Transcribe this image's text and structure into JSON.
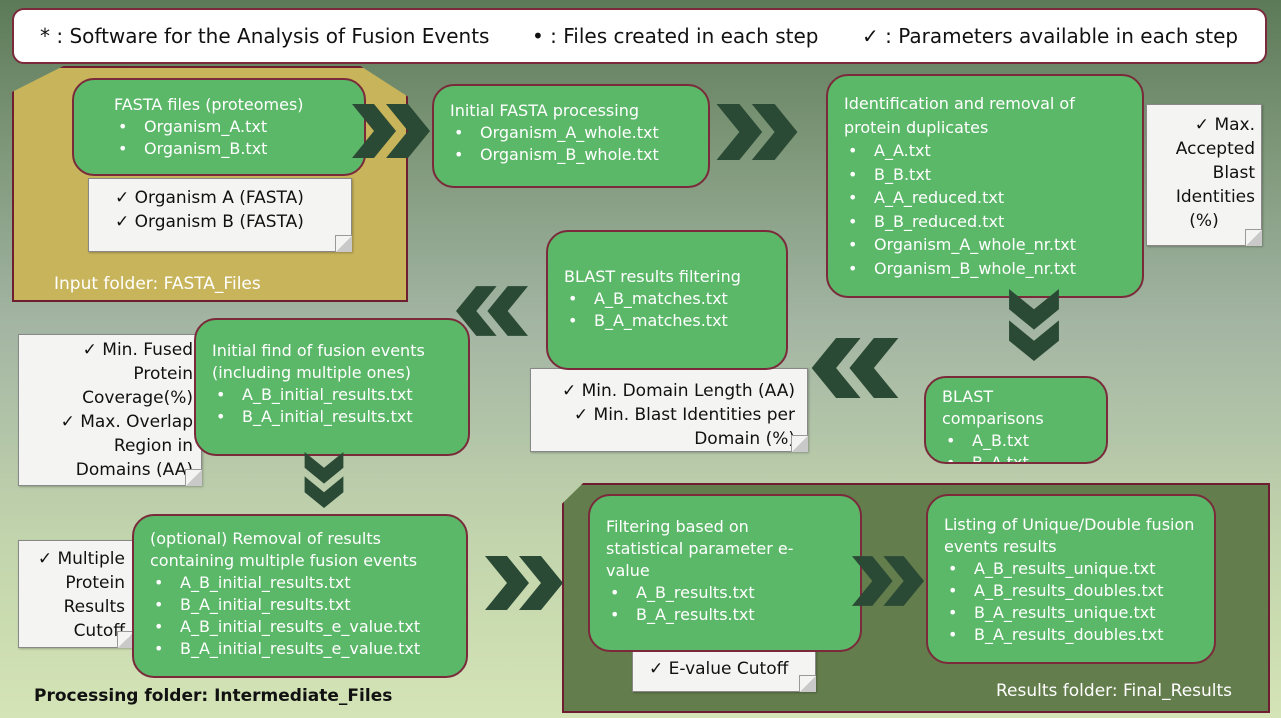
{
  "legend": {
    "star": "* : Software for the Analysis of Fusion Events",
    "bullet": "• : Files created in each step",
    "check": "✓ : Parameters available in each step"
  },
  "folders": {
    "input": "Input folder: FASTA_Files",
    "processing": "Processing folder: Intermediate_Files",
    "results": "Results folder: Final_Results"
  },
  "steps": {
    "fasta_files": {
      "title": "FASTA files (proteomes)",
      "items": [
        "Organism_A.txt",
        "Organism_B.txt"
      ]
    },
    "initial_processing": {
      "title": "Initial FASTA processing",
      "items": [
        "Organism_A_whole.txt",
        "Organism_B_whole.txt"
      ]
    },
    "duplicates": {
      "title": "Identification and removal of protein duplicates",
      "items": [
        "A_A.txt",
        "B_B.txt",
        "A_A_reduced.txt",
        "B_B_reduced.txt",
        "Organism_A_whole_nr.txt",
        "Organism_B_whole_nr.txt"
      ]
    },
    "blast_comparisons": {
      "title": "BLAST comparisons",
      "items": [
        "A_B.txt",
        "B_A.txt"
      ]
    },
    "blast_filtering": {
      "title": "BLAST results filtering",
      "items": [
        "A_B_matches.txt",
        "B_A_matches.txt"
      ]
    },
    "initial_find": {
      "title": "Initial find of fusion events (including multiple ones)",
      "items": [
        "A_B_initial_results.txt",
        "B_A_initial_results.txt"
      ]
    },
    "removal_multiple": {
      "title": "(optional) Removal of results containing multiple fusion events",
      "items": [
        "A_B_initial_results.txt",
        "B_A_initial_results.txt",
        "A_B_initial_results_e_value.txt",
        "B_A_initial_results_e_value.txt"
      ]
    },
    "evalue_filter": {
      "title": "Filtering based on statistical parameter e-value",
      "items": [
        "A_B_results.txt",
        "B_A_results.txt"
      ]
    },
    "listing": {
      "title": "Listing of Unique/Double fusion events results",
      "items": [
        "A_B_results_unique.txt",
        "A_B_results_doubles.txt",
        "B_A_results_unique.txt",
        "B_A_results_doubles.txt"
      ]
    }
  },
  "params": {
    "organisms": [
      "✓  Organism A (FASTA)",
      "✓  Organism B (FASTA)"
    ],
    "max_identities": [
      "✓  Max.",
      "Accepted",
      "Blast",
      "Identities",
      "(%)"
    ],
    "domain": [
      "✓  Min. Domain Length (AA)",
      "✓  Min. Blast Identities per",
      "Domain (%)"
    ],
    "fused": [
      "✓  Min. Fused",
      "Protein",
      "Coverage(%)",
      "✓  Max. Overlap",
      "Region in",
      "Domains (AA)"
    ],
    "multiple": [
      "✓  Multiple",
      "Protein",
      "Results",
      "Cutoff"
    ],
    "evalue": [
      "✓  E-value Cutoff"
    ]
  },
  "colors": {
    "box_green": "#5cb869",
    "border_maroon": "#7a2a3a",
    "arrow_dark": "#2a4a35",
    "input_folder": "#c8b45a",
    "results_folder": "#647d4c"
  }
}
